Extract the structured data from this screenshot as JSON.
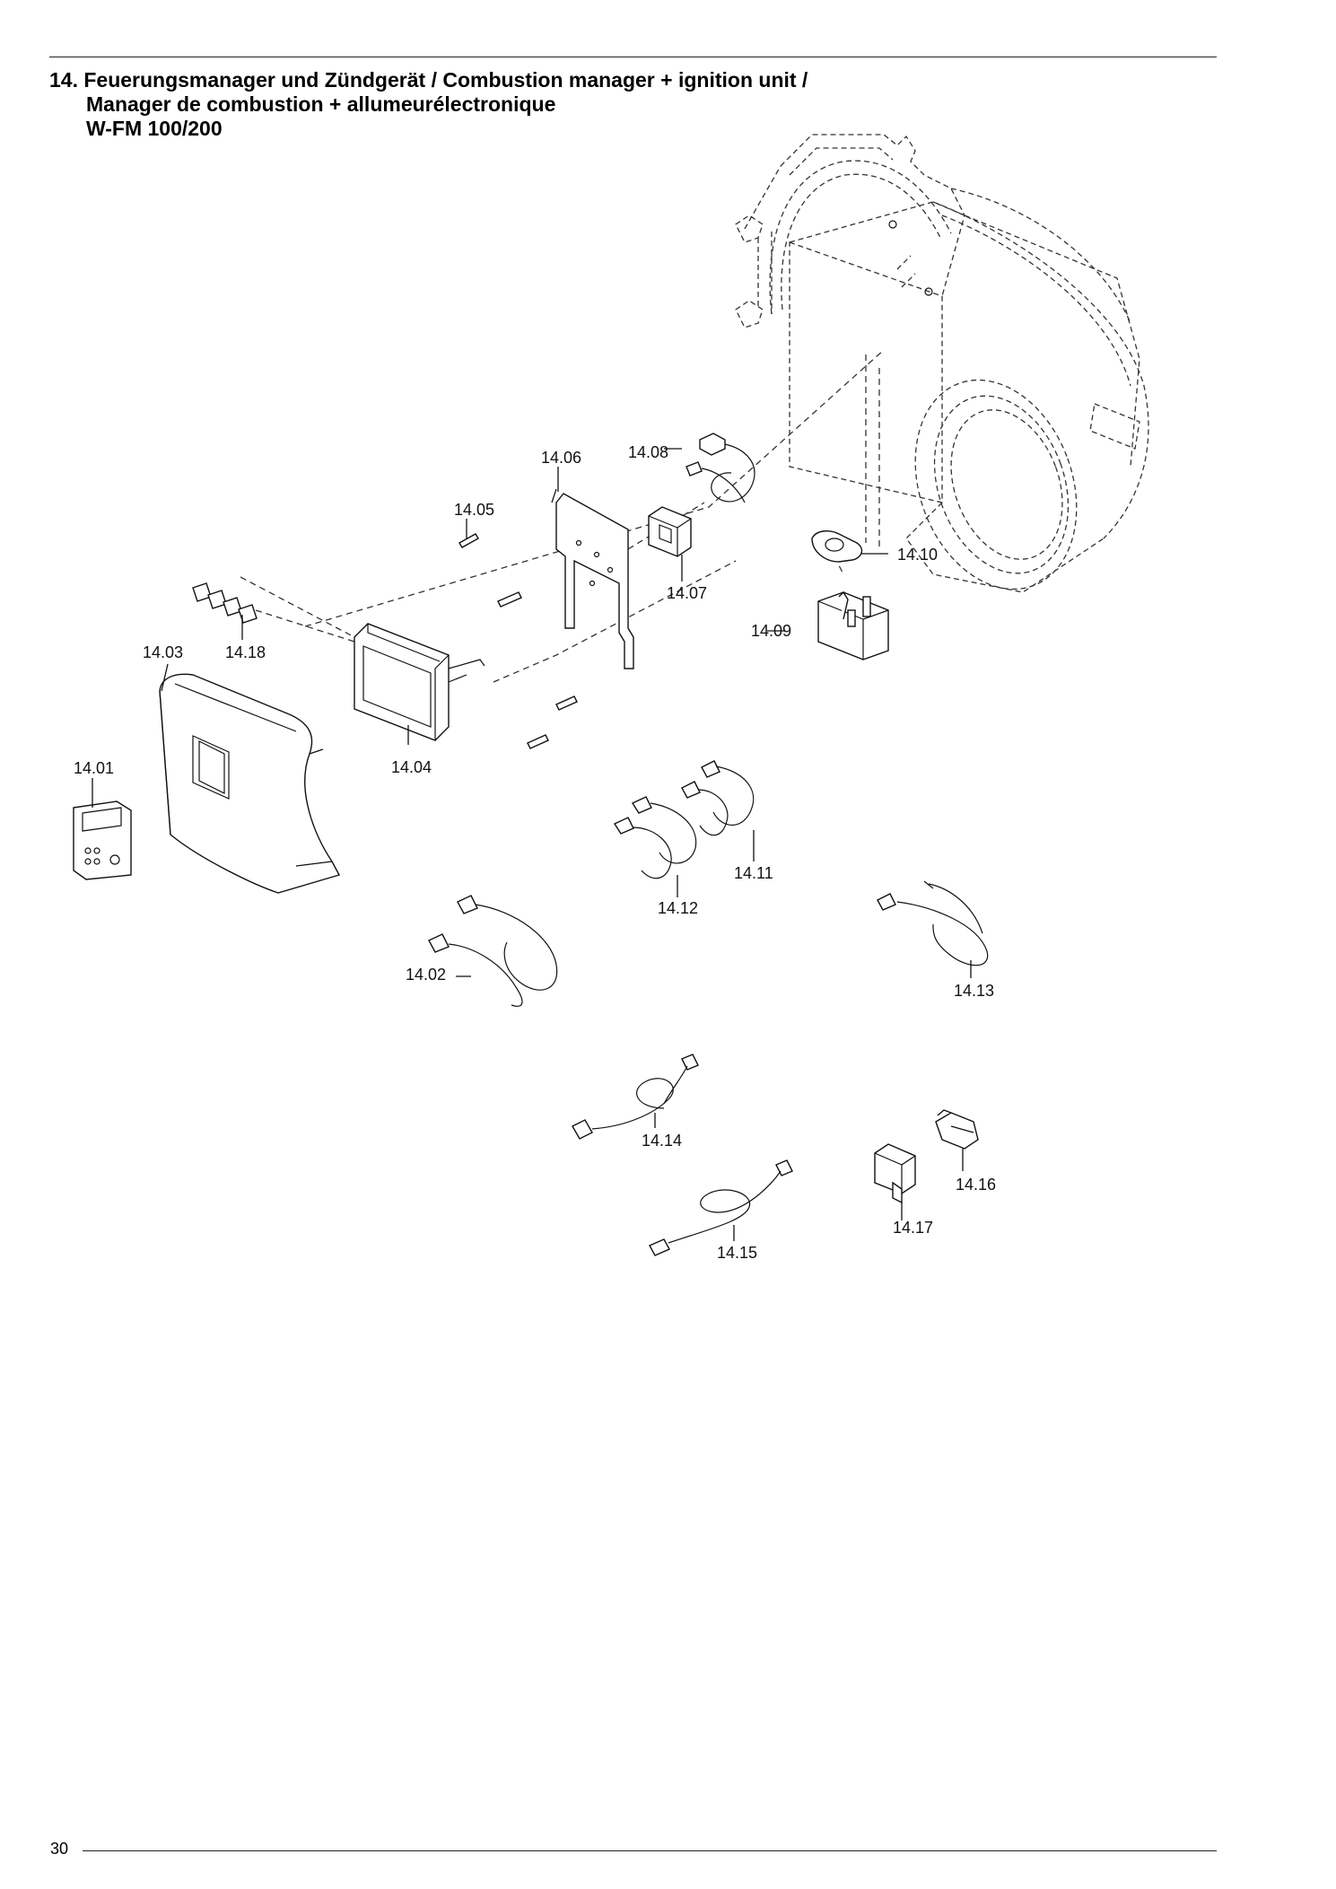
{
  "header": {
    "title_line1": "14. Feuerungsmanager und Zündgerät / Combustion manager + ignition unit /",
    "title_line2": "Manager de combustion + allumeurélectronique",
    "title_line3": "W-FM 100/200"
  },
  "footer": {
    "page_number": "30"
  },
  "diagram": {
    "labels": {
      "p1401": "14.01",
      "p1402": "14.02",
      "p1403": "14.03",
      "p1404": "14.04",
      "p1405": "14.05",
      "p1406": "14.06",
      "p1407": "14.07",
      "p1408": "14.08",
      "p1409": "14.09",
      "p1410": "14.10",
      "p1411": "14.11",
      "p1412": "14.12",
      "p1413": "14.13",
      "p1414": "14.14",
      "p1415": "14.15",
      "p1416": "14.16",
      "p1417": "14.17",
      "p1418": "14.18"
    }
  }
}
